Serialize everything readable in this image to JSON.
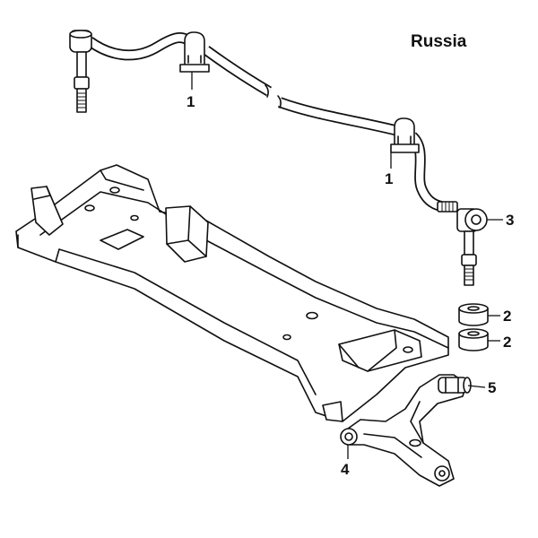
{
  "title": "Russia",
  "callouts": [
    {
      "label": "1"
    },
    {
      "label": "1"
    },
    {
      "label": "3"
    },
    {
      "label": "2"
    },
    {
      "label": "2"
    },
    {
      "label": "5"
    },
    {
      "label": "4"
    }
  ]
}
